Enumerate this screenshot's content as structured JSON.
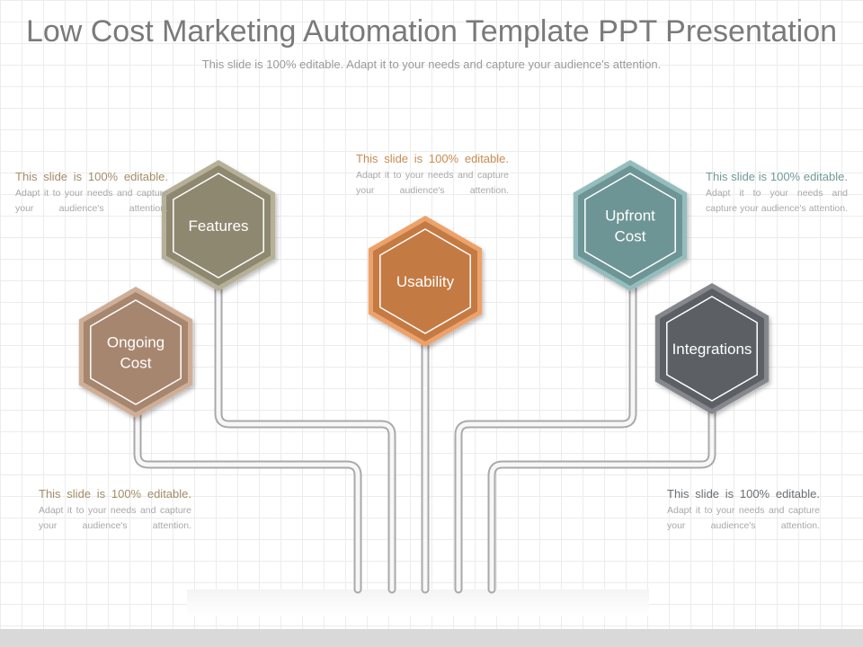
{
  "slide": {
    "title": "Low Cost Marketing Automation Template PPT Presentation",
    "subtitle": "This slide is 100% editable. Adapt it to your needs and capture your audience's attention."
  },
  "nodes": [
    {
      "id": "features",
      "label": "Features",
      "color": "#8e8870"
    },
    {
      "id": "usability",
      "label": "Usability",
      "color": "#c47a43"
    },
    {
      "id": "upfront",
      "label": "Upfront Cost",
      "color": "#6e9595"
    },
    {
      "id": "ongoing",
      "label": "Ongoing Cost",
      "color": "#a78670"
    },
    {
      "id": "integrations",
      "label": "Integrations",
      "color": "#5c6065"
    }
  ],
  "descriptions": [
    {
      "lead": "This slide is 100% editable.",
      "rest": "Adapt it to your needs and capture your audience's attention."
    },
    {
      "lead": "This slide is 100% editable.",
      "rest": "Adapt it to your needs and capture your audience's attention."
    },
    {
      "lead": "This slide is 100% editable.",
      "rest": "Adapt it to your needs and capture your audience's attention."
    },
    {
      "lead": "This slide is 100% editable.",
      "rest": "Adapt it to your needs and capture your audience's attention."
    },
    {
      "lead": "This slide is 100% editable.",
      "rest": "Adapt it to your needs and capture your audience's attention."
    }
  ]
}
